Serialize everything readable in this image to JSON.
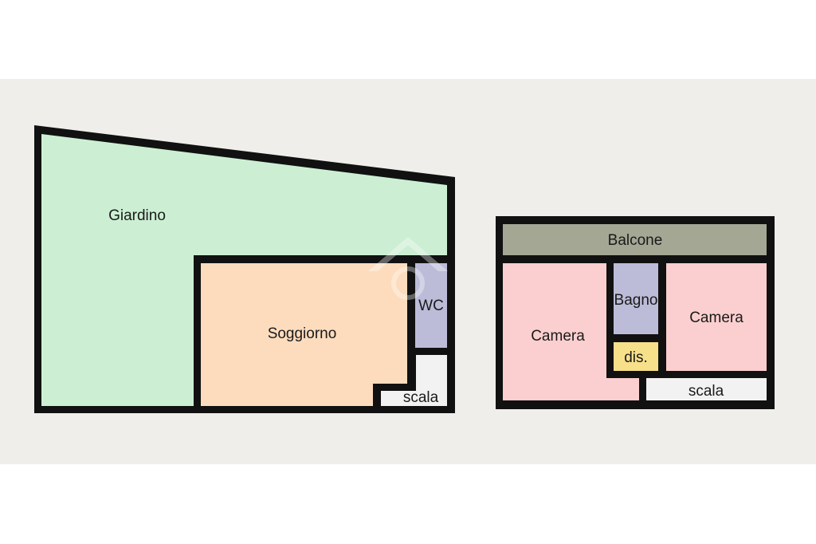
{
  "colors": {
    "background": "#efeeeb",
    "wall": "#111111",
    "garden": "#ccefd3",
    "living": "#fddcbe",
    "bath": "#bcbcd9",
    "bedroom": "#fbcfcf",
    "balcony": "#a3a794",
    "hall": "#f7e08a",
    "stairs": "#f2f2f2"
  },
  "floor_left": {
    "rooms": {
      "garden": "Giardino",
      "living": "Soggiorno",
      "wc": "WC",
      "stairs": "scala"
    }
  },
  "floor_right": {
    "rooms": {
      "balcony": "Balcone",
      "bedroom_left": "Camera",
      "bathroom": "Bagno",
      "hall": "dis.",
      "bedroom_right": "Camera",
      "stairs": "scala"
    }
  }
}
